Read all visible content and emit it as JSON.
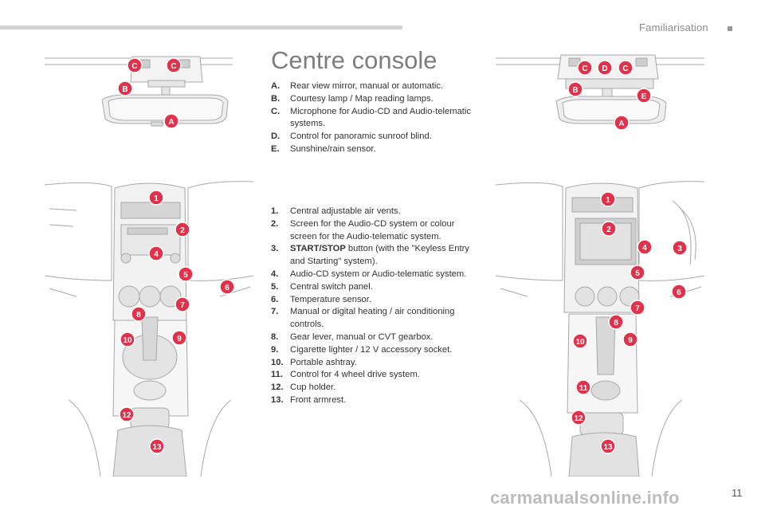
{
  "header": {
    "section": "Familiarisation"
  },
  "title": "Centre console",
  "legend_top": [
    {
      "key": "A.",
      "text": "Rear view mirror, manual or automatic."
    },
    {
      "key": "B.",
      "text": "Courtesy lamp / Map reading lamps."
    },
    {
      "key": "C.",
      "text": "Microphone for Audio-CD and Audio-telematic systems."
    },
    {
      "key": "D.",
      "text": "Control for panoramic sunroof blind."
    },
    {
      "key": "E.",
      "text": "Sunshine/rain sensor."
    }
  ],
  "legend_bottom": [
    {
      "key": "1.",
      "text": "Central adjustable air vents."
    },
    {
      "key": "2.",
      "text": "Screen for the Audio-CD system or colour screen for the Audio-telematic system."
    },
    {
      "key": "3.",
      "bold": "START/STOP",
      "text": " button (with the \"Keyless Entry and Starting\" system)."
    },
    {
      "key": "4.",
      "text": "Audio-CD system or Audio-telematic system."
    },
    {
      "key": "5.",
      "text": "Central switch panel."
    },
    {
      "key": "6.",
      "text": "Temperature sensor."
    },
    {
      "key": "7.",
      "text": "Manual or digital heating / air conditioning controls."
    },
    {
      "key": "8.",
      "text": "Gear lever, manual or CVT gearbox."
    },
    {
      "key": "9.",
      "text": "Cigarette lighter / 12 V accessory socket."
    },
    {
      "key": "10.",
      "text": "Portable ashtray."
    },
    {
      "key": "11.",
      "text": "Control for 4 wheel drive system."
    },
    {
      "key": "12.",
      "text": "Cup holder."
    },
    {
      "key": "13.",
      "text": "Front armrest."
    }
  ],
  "callouts": {
    "mirror_left": [
      "C",
      "C",
      "B",
      "A"
    ],
    "mirror_right": [
      "C",
      "D",
      "C",
      "B",
      "E",
      "A"
    ],
    "console_left": [
      "1",
      "2",
      "4",
      "5",
      "6",
      "7",
      "8",
      "9",
      "10",
      "12",
      "13"
    ],
    "console_right": [
      "1",
      "2",
      "4",
      "3",
      "5",
      "6",
      "7",
      "8",
      "9",
      "10",
      "11",
      "12",
      "13"
    ]
  },
  "colors": {
    "callout_fill": "#e0324b",
    "callout_stroke": "#ffffff",
    "title": "#7d7d7d"
  },
  "footer": {
    "page_number": "11",
    "watermark": "carmanualsonline.info"
  }
}
